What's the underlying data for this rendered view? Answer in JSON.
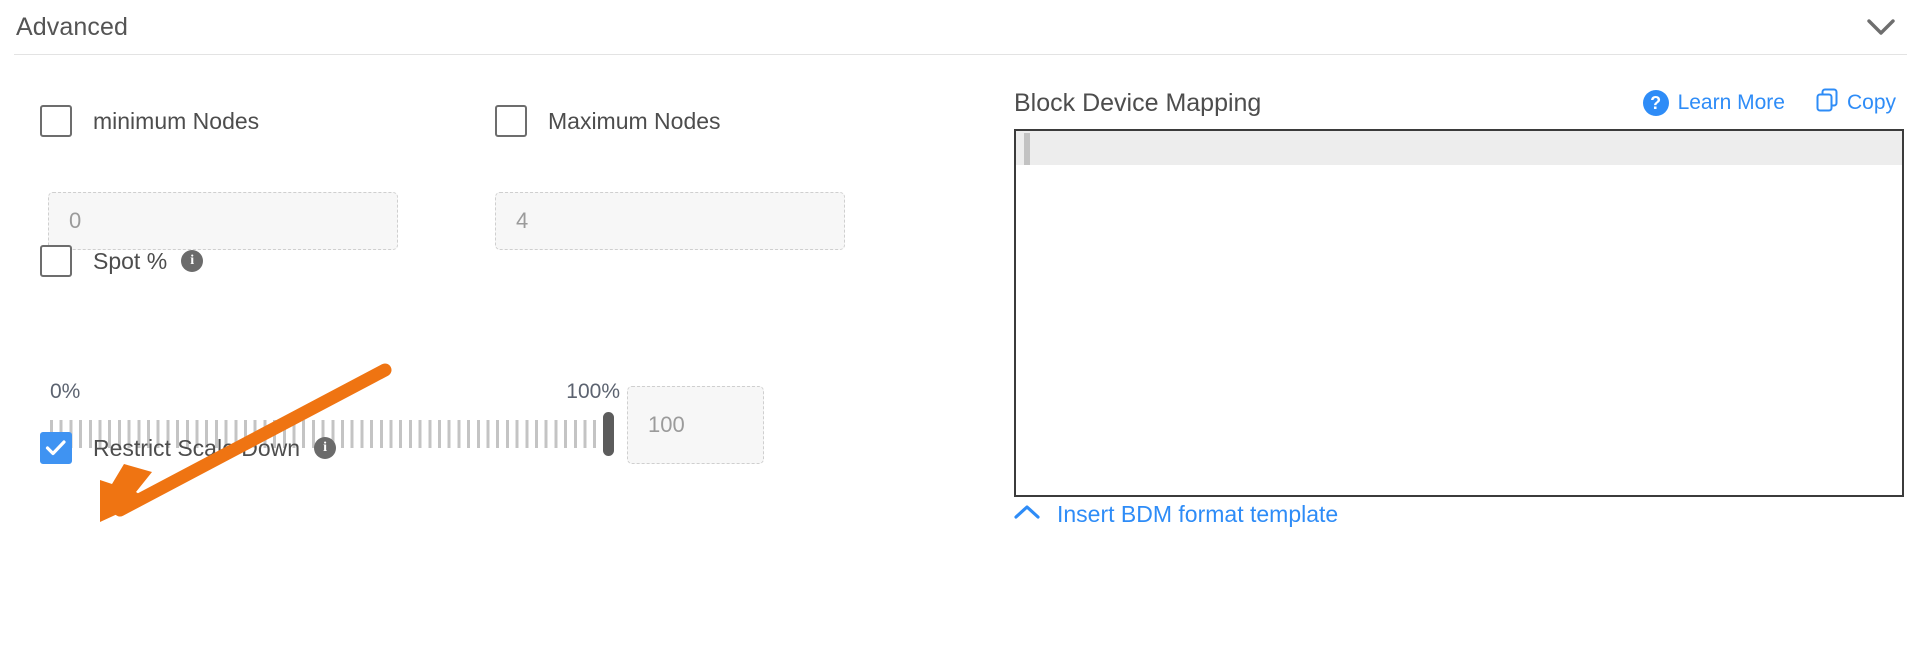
{
  "section": {
    "title": "Advanced",
    "collapse_icon": "chevron-down-icon"
  },
  "left_panel": {
    "min_nodes": {
      "checkbox_label": "minimum Nodes",
      "checked": false,
      "input_value": "0",
      "disabled": true
    },
    "max_nodes": {
      "checkbox_label": "Maximum Nodes",
      "checked": false,
      "input_value": "4",
      "disabled": true
    },
    "spot": {
      "checkbox_label": "Spot %",
      "checked": false,
      "info_icon": "info-icon",
      "info_glyph": "i"
    },
    "slider": {
      "min_label": "0%",
      "max_label": "100%",
      "value": 100,
      "min": 0,
      "max": 100,
      "input_value": "100",
      "disabled": true
    },
    "restrict_scale_down": {
      "checkbox_label": "Restrict Scale Down",
      "checked": true,
      "check_glyph": "✓",
      "info_icon": "info-icon",
      "info_glyph": "i",
      "checked_color": "#3f93f2"
    }
  },
  "right_panel": {
    "title": "Block Device Mapping",
    "learn_more": {
      "label": "Learn More",
      "icon": "help-circle-icon",
      "icon_glyph": "?"
    },
    "copy": {
      "label": "Copy",
      "icon": "copy-icon"
    },
    "editor": {
      "value": "",
      "active_line": 1
    },
    "footer_link": {
      "label": "Insert BDM format template",
      "icon": "chevron-up-icon"
    },
    "link_color": "#2e8cf7"
  },
  "annotation": {
    "type": "arrow",
    "color": "#ef7412",
    "points_to": "restrict-scale-down-checkbox"
  }
}
